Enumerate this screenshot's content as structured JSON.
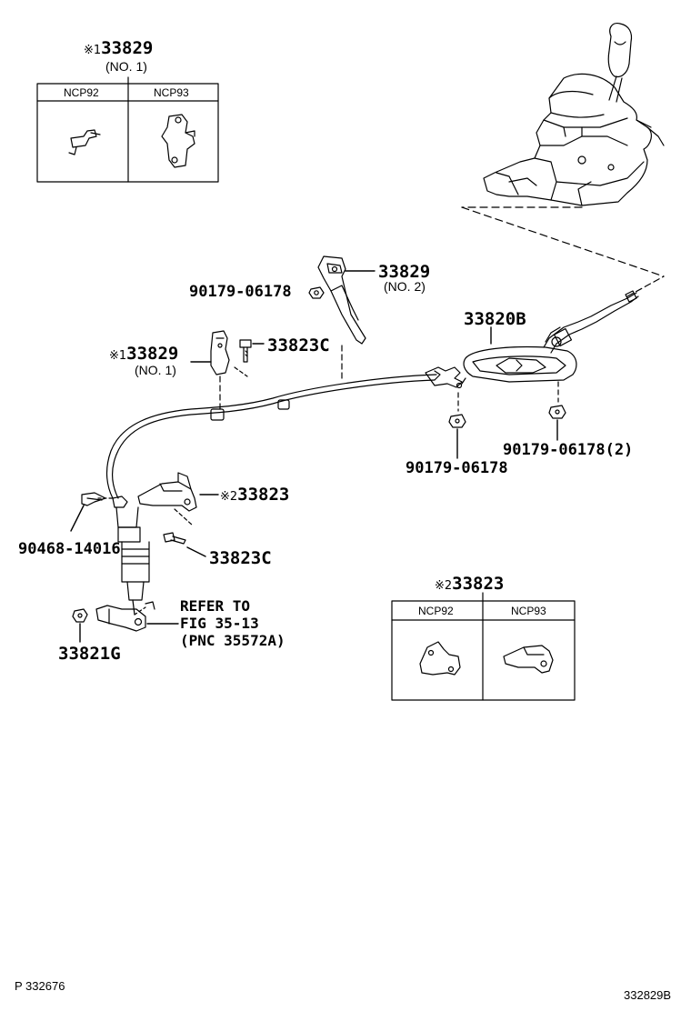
{
  "inset_top": {
    "mark": "※1",
    "part_no": "33829",
    "sub": "(NO. 1)",
    "columns": [
      "NCP92",
      "NCP93"
    ]
  },
  "inset_bottom": {
    "mark": "※2",
    "part_no": "33823",
    "columns": [
      "NCP92",
      "NCP93"
    ]
  },
  "callouts": {
    "bracket_no2": {
      "part_no": "33829",
      "sub": "(NO. 2)"
    },
    "nut_upper": "90179-06178",
    "shift_lever_assy": "33820B",
    "bracket_no1_mark": "※1",
    "bracket_no1": "33829",
    "bracket_no1_sub": "(NO. 1)",
    "bolt_upper": "33823C",
    "nut_center": "90179-06178",
    "nut_right": "90179-06178(2)",
    "bracket_lower_mark": "※2",
    "bracket_lower": "33823",
    "clip": "90468-14016",
    "bolt_lower": "33823C",
    "refer_line1": "REFER TO",
    "refer_line2": "FIG 35-13",
    "refer_line3": "(PNC 35572A)",
    "retainer": "33821G"
  },
  "footer": {
    "page_ref": "P 332676",
    "figure_code": "332829B"
  }
}
